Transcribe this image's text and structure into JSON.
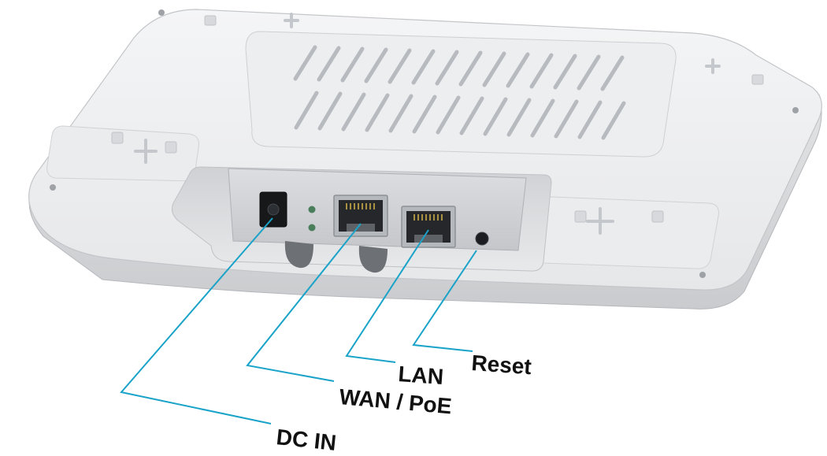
{
  "labels": {
    "reset": "Reset",
    "lan": "LAN",
    "wan_poe": "WAN / PoE",
    "dc_in": "DC IN"
  },
  "colors": {
    "leader_line": "#1aa3c8",
    "device_body": "#eeeff1",
    "device_shadow": "#b9bcc1",
    "port_panel": "#d4d6da",
    "label_text": "#111111"
  }
}
